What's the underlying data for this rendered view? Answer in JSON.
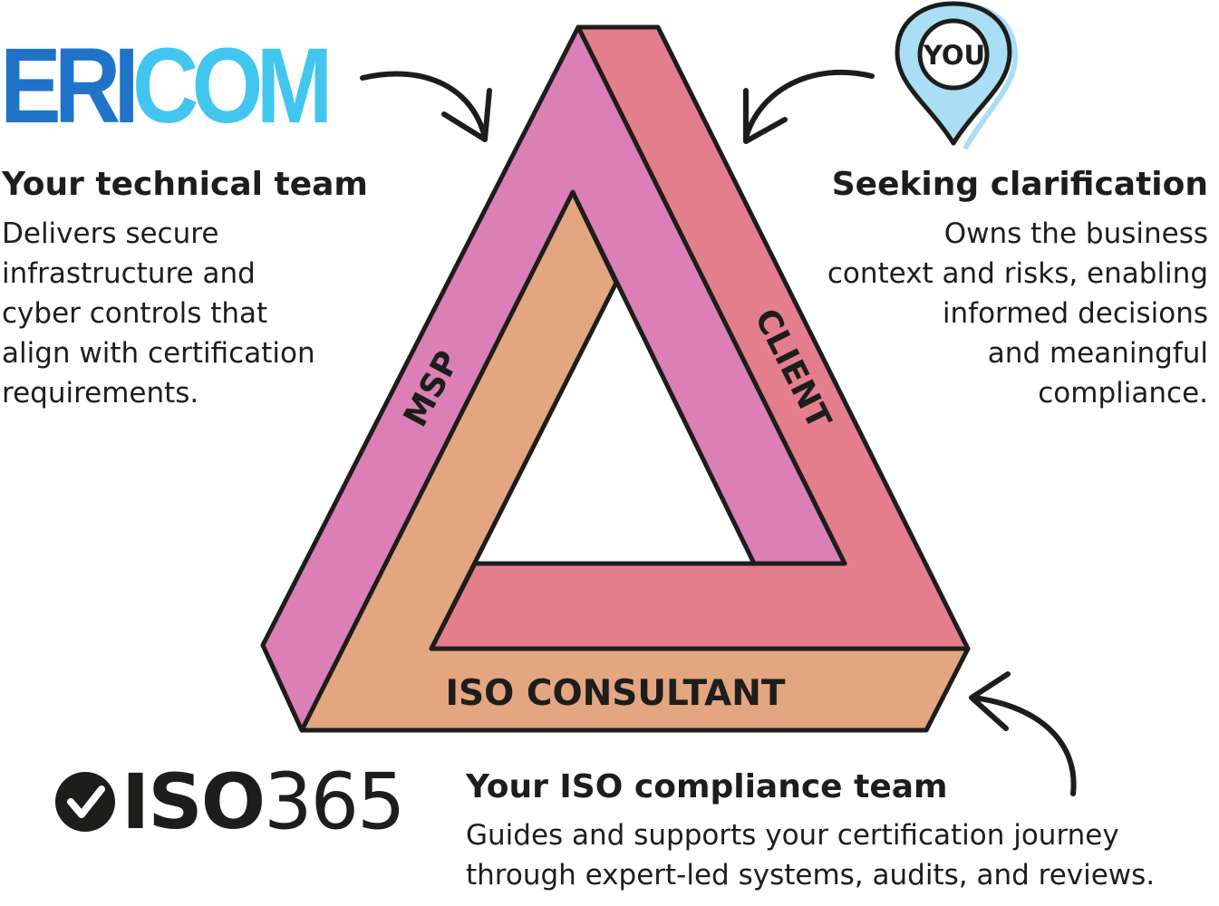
{
  "logos": {
    "ericom": {
      "part_a": "ERI",
      "part_b": "COM",
      "colors": {
        "primary": "#1f73c9",
        "secondary": "#41c6f0"
      }
    },
    "iso365": {
      "bold": "ISO",
      "number": "365",
      "icon": "check-circle-icon"
    }
  },
  "marker": {
    "label": "YOU",
    "icon": "location-pin-icon",
    "fill": "#a9def5"
  },
  "triangle": {
    "sides": {
      "left": {
        "label": "MSP",
        "color": "#db7fb6"
      },
      "right": {
        "label": "CLIENT",
        "color": "#e57e8c"
      },
      "bottom": {
        "label": "ISO CONSULTANT",
        "color": "#e4a581"
      }
    }
  },
  "technical_team": {
    "heading": "Your technical team",
    "lines": [
      "Delivers secure",
      "infrastructure and",
      "cyber controls that",
      "align with certification",
      "requirements."
    ]
  },
  "client_side": {
    "heading": "Seeking clarification",
    "lines": [
      "Owns the business",
      "context and risks, enabling",
      "informed decisions",
      "and meaningful",
      "compliance."
    ]
  },
  "iso_team": {
    "heading": "Your ISO compliance team",
    "lines": [
      "Guides and supports your certification journey",
      "through expert-led systems, audits, and reviews."
    ]
  }
}
